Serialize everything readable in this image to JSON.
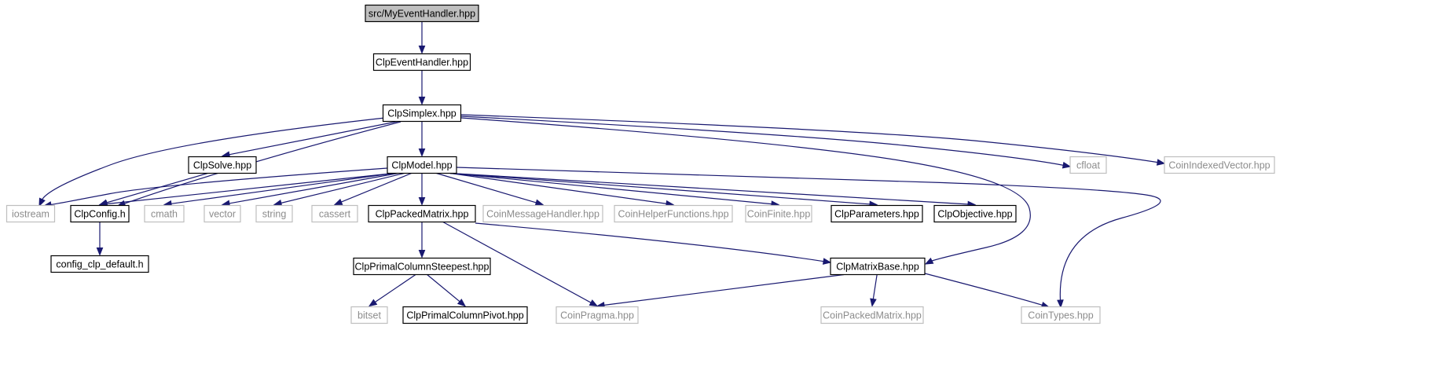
{
  "colors": {
    "root_fill": "#bfbfbf",
    "documented_border": "#000000",
    "undocumented_border": "#bfbfbf",
    "undocumented_text": "#8c8c8c",
    "text": "#000000",
    "edge": "#191970"
  },
  "nodes": [
    {
      "id": "n_root",
      "label": "src/MyEventHandler.hpp",
      "kind": "root"
    },
    {
      "id": "n_clpeventhandler",
      "label": "ClpEventHandler.hpp",
      "kind": "documented"
    },
    {
      "id": "n_clpsimplex",
      "label": "ClpSimplex.hpp",
      "kind": "documented"
    },
    {
      "id": "n_clpsolve",
      "label": "ClpSolve.hpp",
      "kind": "documented"
    },
    {
      "id": "n_clpmodel",
      "label": "ClpModel.hpp",
      "kind": "documented"
    },
    {
      "id": "n_cfloat",
      "label": "cfloat",
      "kind": "external"
    },
    {
      "id": "n_coinindexedvector",
      "label": "CoinIndexedVector.hpp",
      "kind": "external"
    },
    {
      "id": "n_iostream",
      "label": "iostream",
      "kind": "external"
    },
    {
      "id": "n_clpconfig",
      "label": "ClpConfig.h",
      "kind": "documented"
    },
    {
      "id": "n_cmath",
      "label": "cmath",
      "kind": "external"
    },
    {
      "id": "n_vector",
      "label": "vector",
      "kind": "external"
    },
    {
      "id": "n_string",
      "label": "string",
      "kind": "external"
    },
    {
      "id": "n_cassert",
      "label": "cassert",
      "kind": "external"
    },
    {
      "id": "n_clppackedmatrix",
      "label": "ClpPackedMatrix.hpp",
      "kind": "documented"
    },
    {
      "id": "n_coinmessagehandler",
      "label": "CoinMessageHandler.hpp",
      "kind": "external"
    },
    {
      "id": "n_coinhelperfunctions",
      "label": "CoinHelperFunctions.hpp",
      "kind": "external"
    },
    {
      "id": "n_coinfinite",
      "label": "CoinFinite.hpp",
      "kind": "external"
    },
    {
      "id": "n_clpparameters",
      "label": "ClpParameters.hpp",
      "kind": "documented"
    },
    {
      "id": "n_clpobjective",
      "label": "ClpObjective.hpp",
      "kind": "documented"
    },
    {
      "id": "n_configclpdefault",
      "label": "config_clp_default.h",
      "kind": "documented"
    },
    {
      "id": "n_clpprimalcolumnsteepest",
      "label": "ClpPrimalColumnSteepest.hpp",
      "kind": "documented"
    },
    {
      "id": "n_clpmatrixbase",
      "label": "ClpMatrixBase.hpp",
      "kind": "documented"
    },
    {
      "id": "n_bitset",
      "label": "bitset",
      "kind": "external"
    },
    {
      "id": "n_clpprimalcolumnpivot",
      "label": "ClpPrimalColumnPivot.hpp",
      "kind": "documented"
    },
    {
      "id": "n_coinpragma",
      "label": "CoinPragma.hpp",
      "kind": "external"
    },
    {
      "id": "n_coinpackedmatrix",
      "label": "CoinPackedMatrix.hpp",
      "kind": "external"
    },
    {
      "id": "n_cointypes",
      "label": "CoinTypes.hpp",
      "kind": "external"
    }
  ],
  "edges": [
    {
      "from": "n_root",
      "to": "n_clpeventhandler"
    },
    {
      "from": "n_clpeventhandler",
      "to": "n_clpsimplex"
    },
    {
      "from": "n_clpsimplex",
      "to": "n_clpmodel"
    },
    {
      "from": "n_clpsimplex",
      "to": "n_clpsolve"
    },
    {
      "from": "n_clpsimplex",
      "to": "n_iostream"
    },
    {
      "from": "n_clpsimplex",
      "to": "n_clpconfig"
    },
    {
      "from": "n_clpsimplex",
      "to": "n_cfloat"
    },
    {
      "from": "n_clpsimplex",
      "to": "n_coinindexedvector"
    },
    {
      "from": "n_clpsimplex",
      "to": "n_clpmatrixbase"
    },
    {
      "from": "n_clpsolve",
      "to": "n_clpconfig"
    },
    {
      "from": "n_clpmodel",
      "to": "n_iostream"
    },
    {
      "from": "n_clpmodel",
      "to": "n_clpconfig"
    },
    {
      "from": "n_clpmodel",
      "to": "n_cmath"
    },
    {
      "from": "n_clpmodel",
      "to": "n_vector"
    },
    {
      "from": "n_clpmodel",
      "to": "n_string"
    },
    {
      "from": "n_clpmodel",
      "to": "n_cassert"
    },
    {
      "from": "n_clpmodel",
      "to": "n_clppackedmatrix"
    },
    {
      "from": "n_clpmodel",
      "to": "n_coinmessagehandler"
    },
    {
      "from": "n_clpmodel",
      "to": "n_coinhelperfunctions"
    },
    {
      "from": "n_clpmodel",
      "to": "n_coinfinite"
    },
    {
      "from": "n_clpmodel",
      "to": "n_clpparameters"
    },
    {
      "from": "n_clpmodel",
      "to": "n_clpobjective"
    },
    {
      "from": "n_clpmodel",
      "to": "n_cointypes"
    },
    {
      "from": "n_clpconfig",
      "to": "n_configclpdefault"
    },
    {
      "from": "n_clppackedmatrix",
      "to": "n_clpprimalcolumnsteepest"
    },
    {
      "from": "n_clppackedmatrix",
      "to": "n_coinpragma"
    },
    {
      "from": "n_clppackedmatrix",
      "to": "n_clpmatrixbase"
    },
    {
      "from": "n_clpprimalcolumnsteepest",
      "to": "n_bitset"
    },
    {
      "from": "n_clpprimalcolumnsteepest",
      "to": "n_clpprimalcolumnpivot"
    },
    {
      "from": "n_clpmatrixbase",
      "to": "n_coinpragma"
    },
    {
      "from": "n_clpmatrixbase",
      "to": "n_coinpackedmatrix"
    },
    {
      "from": "n_clpmatrixbase",
      "to": "n_cointypes"
    }
  ]
}
